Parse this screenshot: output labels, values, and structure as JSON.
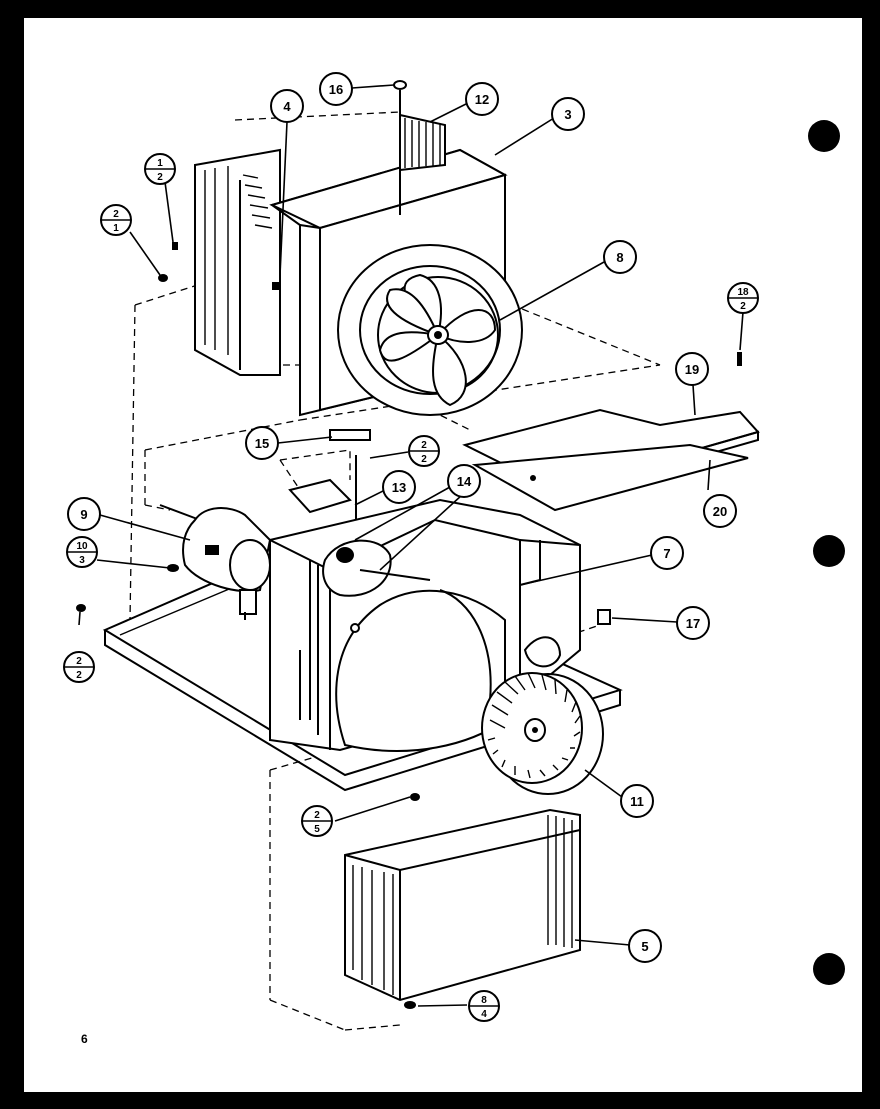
{
  "diagram": {
    "page_number": "6",
    "callouts": [
      "16",
      "12",
      "3",
      "4",
      "8",
      "19",
      "15",
      "13",
      "14",
      "9",
      "7",
      "17",
      "11",
      "5"
    ],
    "fractions": [
      {
        "top": "1",
        "bottom": "2"
      },
      {
        "top": "2",
        "bottom": "1"
      },
      {
        "top": "18",
        "bottom": "2"
      },
      {
        "top": "2",
        "bottom": "2"
      },
      {
        "top": "10",
        "bottom": "3"
      },
      {
        "top": "2",
        "bottom": "2"
      },
      {
        "top": "2",
        "bottom": "5"
      },
      {
        "top": "8",
        "bottom": "4"
      }
    ],
    "callout_20": "20"
  }
}
